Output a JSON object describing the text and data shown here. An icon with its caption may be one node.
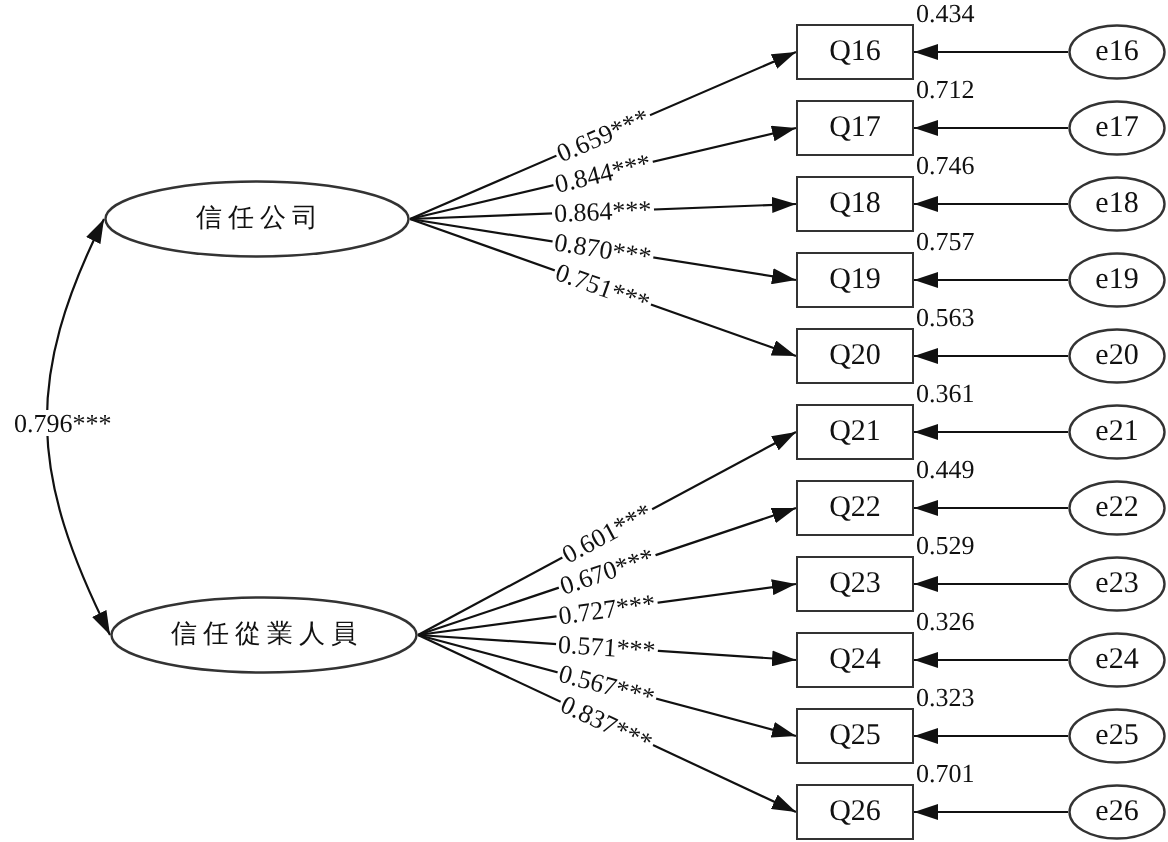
{
  "diagram": {
    "nodes": [
      {
        "text": [
          "信任公司"
        ]
      },
      {
        "text": [
          "信任從業人員"
        ]
      },
      {
        "text": [
          "Q16"
        ],
        "beside": [
          "0.434"
        ]
      },
      {
        "text": [
          "Q17"
        ],
        "beside": [
          "0.712"
        ]
      },
      {
        "text": [
          "Q18"
        ],
        "beside": [
          "0.746"
        ]
      },
      {
        "text": [
          "Q19"
        ],
        "beside": [
          "0.757"
        ]
      },
      {
        "text": [
          "Q20"
        ],
        "beside": [
          "0.563"
        ]
      },
      {
        "text": [
          "Q21"
        ],
        "beside": [
          "0.361"
        ]
      },
      {
        "text": [
          "Q22"
        ],
        "beside": [
          "0.449"
        ]
      },
      {
        "text": [
          "Q23"
        ],
        "beside": [
          "0.529"
        ]
      },
      {
        "text": [
          "Q24"
        ],
        "beside": [
          "0.326"
        ]
      },
      {
        "text": [
          "Q25"
        ],
        "beside": [
          "0.323"
        ]
      },
      {
        "text": [
          "Q26"
        ],
        "beside": [
          "0.701"
        ]
      },
      {
        "text": [
          "e16"
        ]
      },
      {
        "text": [
          "e17"
        ]
      },
      {
        "text": [
          "e18"
        ]
      },
      {
        "text": [
          "e19"
        ]
      },
      {
        "text": [
          "e20"
        ]
      },
      {
        "text": [
          "e21"
        ]
      },
      {
        "text": [
          "e22"
        ]
      },
      {
        "text": [
          "e23"
        ]
      },
      {
        "text": [
          "e24"
        ]
      },
      {
        "text": [
          "e25"
        ]
      },
      {
        "text": [
          "e26"
        ]
      }
    ],
    "edges": [
      {
        "from": 0,
        "to": 1,
        "arrow": "both",
        "label": "0.796***"
      },
      {
        "from": 0,
        "to": 2,
        "arrow": "to",
        "label": "0.659***"
      },
      {
        "from": 0,
        "to": 3,
        "arrow": "to",
        "label": "0.844***"
      },
      {
        "from": 0,
        "to": 4,
        "arrow": "to",
        "label": "0.864***"
      },
      {
        "from": 0,
        "to": 5,
        "arrow": "to",
        "label": "0.870***"
      },
      {
        "from": 0,
        "to": 6,
        "arrow": "to",
        "label": "0.751***"
      },
      {
        "from": 1,
        "to": 7,
        "arrow": "to",
        "label": "0.601***"
      },
      {
        "from": 1,
        "to": 8,
        "arrow": "to",
        "label": "0.670***"
      },
      {
        "from": 1,
        "to": 9,
        "arrow": "to",
        "label": "0.727***"
      },
      {
        "from": 1,
        "to": 10,
        "arrow": "to",
        "label": "0.571***"
      },
      {
        "from": 1,
        "to": 11,
        "arrow": "to",
        "label": "0.567***"
      },
      {
        "from": 1,
        "to": 12,
        "arrow": "to",
        "label": "0.837***"
      },
      {
        "from": 13,
        "to": 2,
        "arrow": "to"
      },
      {
        "from": 14,
        "to": 3,
        "arrow": "to"
      },
      {
        "from": 15,
        "to": 4,
        "arrow": "to"
      },
      {
        "from": 16,
        "to": 5,
        "arrow": "to"
      },
      {
        "from": 17,
        "to": 6,
        "arrow": "to"
      },
      {
        "from": 18,
        "to": 7,
        "arrow": "to"
      },
      {
        "from": 19,
        "to": 8,
        "arrow": "to"
      },
      {
        "from": 20,
        "to": 9,
        "arrow": "to"
      },
      {
        "from": 21,
        "to": 10,
        "arrow": "to"
      },
      {
        "from": 22,
        "to": 11,
        "arrow": "to"
      },
      {
        "from": 23,
        "to": 12,
        "arrow": "to"
      }
    ]
  }
}
